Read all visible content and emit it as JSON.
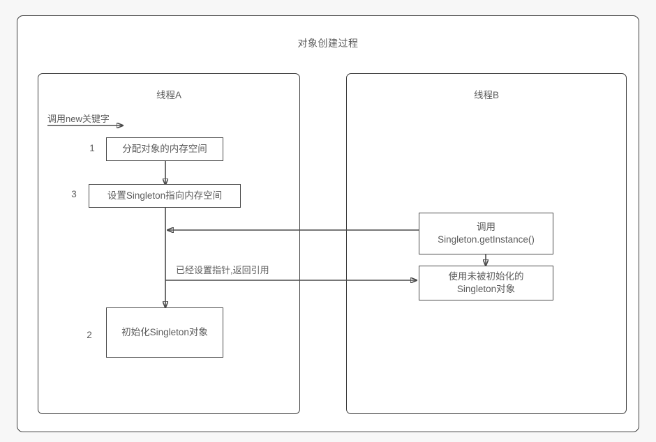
{
  "diagram": {
    "title": "对象创建过程",
    "panels": [
      {
        "label": "线程A"
      },
      {
        "label": "线程B"
      }
    ],
    "nodes": {
      "alloc": {
        "text": "分配对象的内存空间",
        "step": "1"
      },
      "set_pointer": {
        "text": "设置Singleton指向内存空间",
        "step": "3"
      },
      "init": {
        "text": "初始化Singleton对象",
        "step": "2"
      },
      "get_instance": {
        "line1": "调用",
        "line2": "Singleton.getInstance()"
      },
      "use_uninit": {
        "line1": "使用未被初始化的",
        "line2": "Singleton对象"
      }
    },
    "edges": {
      "new_keyword": "调用new关键字",
      "return_ref": "已经设置指针,返回引用"
    },
    "colors": {
      "background": "#f7f7f7",
      "surface": "#ffffff",
      "border": "#3b3b3b",
      "node_border": "#4a4a4a",
      "text": "#5b5b5b"
    }
  }
}
